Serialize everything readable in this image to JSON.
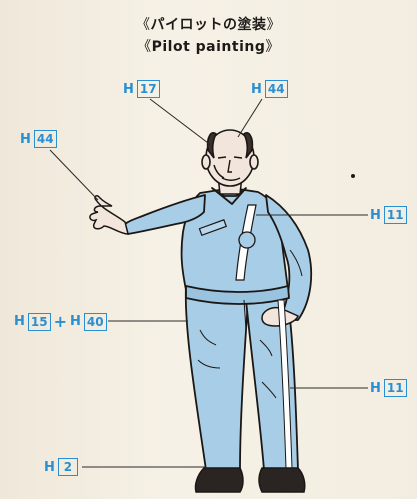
{
  "title": {
    "open": "《",
    "close": "》",
    "japanese": "パイロットの塗装",
    "english": "Pilot painting"
  },
  "callouts": {
    "head_left": {
      "prefix": "H",
      "code": "17"
    },
    "head_right": {
      "prefix": "H",
      "code": "44"
    },
    "hand": {
      "prefix": "H",
      "code": "44"
    },
    "chest_stripe": {
      "prefix": "H",
      "code": "11"
    },
    "suit": {
      "prefix": "H",
      "code_a": "15",
      "plus": "+",
      "prefix_b": "H",
      "code_b": "40"
    },
    "leg_stripe": {
      "prefix": "H",
      "code": "11"
    },
    "boots": {
      "prefix": "H",
      "code": "2"
    }
  },
  "colors": {
    "label_blue": "#2a8fd0",
    "suit_blue": "#a8cde6",
    "skin": "#f2e6dc",
    "outline": "#1b1715",
    "paper": "#f4eee2"
  }
}
